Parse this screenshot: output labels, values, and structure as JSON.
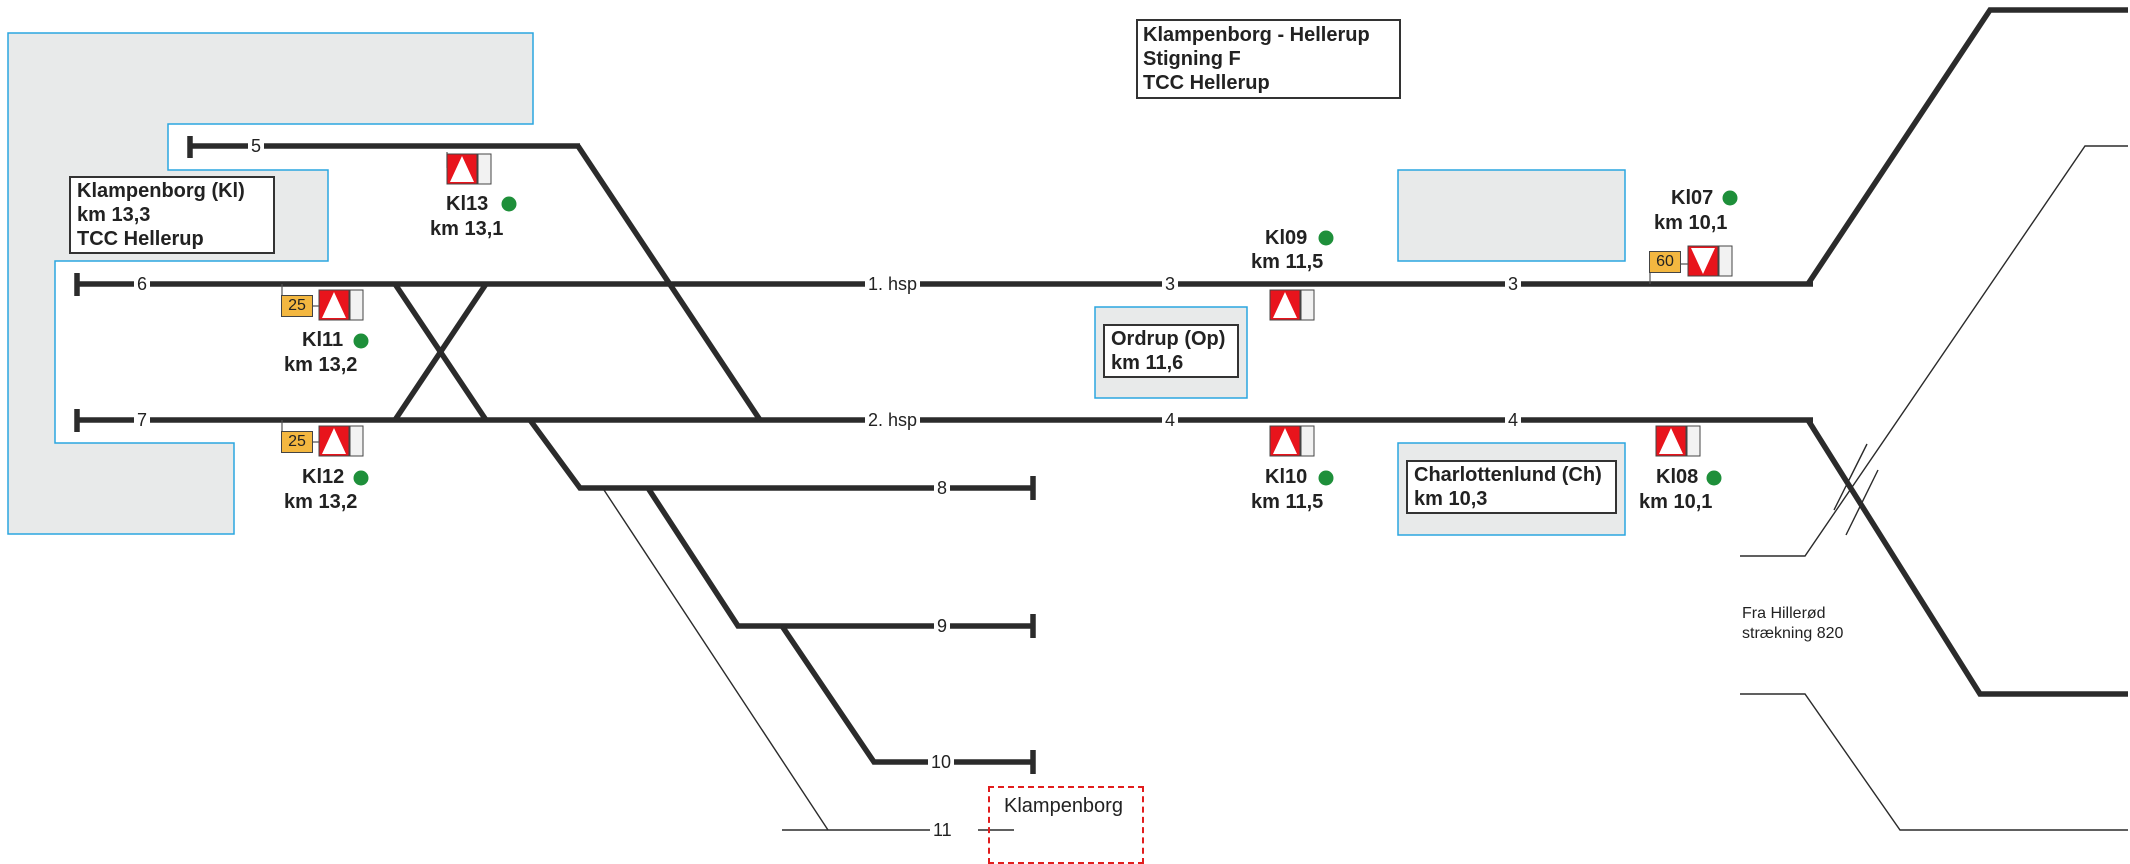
{
  "header": {
    "line1": "Klampenborg - Hellerup",
    "line2": "Stigning F",
    "line3": "TCC Hellerup"
  },
  "stations": {
    "klampenborg": {
      "name": "Klampenborg (Kl)",
      "km": "km 13,3",
      "tcc": "TCC Hellerup"
    },
    "ordrup": {
      "name": "Ordrup (Op)",
      "km": "km 11,6"
    },
    "charlottenlund": {
      "name": "Charlottenlund (Ch)",
      "km": "km 10,3"
    }
  },
  "track_labels": {
    "t5": "5",
    "t6": "6",
    "t7": "7",
    "hsp1": "1. hsp",
    "hsp2": "2. hsp",
    "t3a": "3",
    "t3b": "3",
    "t4a": "4",
    "t4b": "4",
    "t8": "8",
    "t9": "9",
    "t10": "10",
    "t11": "11"
  },
  "signals": {
    "kl13": {
      "id": "Kl13",
      "km": "km 13,1"
    },
    "kl11": {
      "id": "Kl11",
      "km": "km 13,2",
      "speed": "25"
    },
    "kl12": {
      "id": "Kl12",
      "km": "km 13,2",
      "speed": "25"
    },
    "kl09": {
      "id": "Kl09",
      "km": "km 11,5"
    },
    "kl10": {
      "id": "Kl10",
      "km": "km 11,5"
    },
    "kl07": {
      "id": "Kl07",
      "km": "km 10,1",
      "speed": "60"
    },
    "kl08": {
      "id": "Kl08",
      "km": "km 10,1"
    }
  },
  "notes": {
    "from_line1": "Fra Hillerød",
    "from_line2": "strækning 820",
    "klampenborg_tag": "Klampenborg"
  },
  "colors": {
    "track": "#2b2b2b",
    "platform_fill": "#e8eaea",
    "platform_border": "#2aa6e0",
    "signal_red": "#e8141c",
    "signal_dot": "#1e8f3a",
    "speed_board": "#f3b740",
    "dashed_box": "#e11d1d"
  }
}
